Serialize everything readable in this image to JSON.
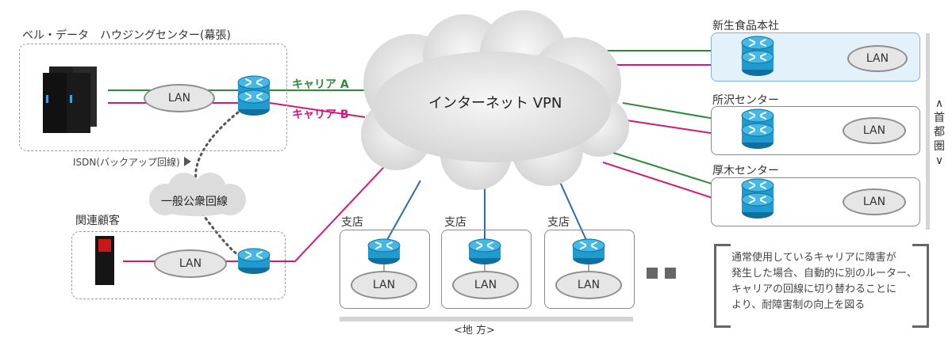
{
  "datacenter": {
    "title": "ベル・データ　ハウジングセンター(幕張)"
  },
  "carriers": {
    "a": "キャリア A",
    "b": "キャリア B"
  },
  "cloud_label": "インターネット VPN",
  "isdn_label": "ISDN(バックアップ回線)",
  "public_network_label": "一般公衆回線",
  "related_customer_label": "関連顧客",
  "lan_label": "LAN",
  "sites": {
    "hq": "新生食品本社",
    "tokorozawa": "所沢センター",
    "atsugi": "厚木センター"
  },
  "metro_label": [
    "∧",
    "首",
    "都",
    "圏",
    "∨"
  ],
  "branches": [
    "支店",
    "支店",
    "支店"
  ],
  "regional_label": "<地 方>",
  "note_lines": [
    "通常使用しているキャリアに障害が",
    "発生した場合、自動的に別のルーター、",
    "キャリアの回線に切り替わることに",
    "より、耐障害制の向上を図る"
  ],
  "colors": {
    "carrier_a": "#2e8b3e",
    "carrier_b": "#d0197b",
    "branch_line": "#2b6cb0",
    "router": "#1f9bd0"
  }
}
